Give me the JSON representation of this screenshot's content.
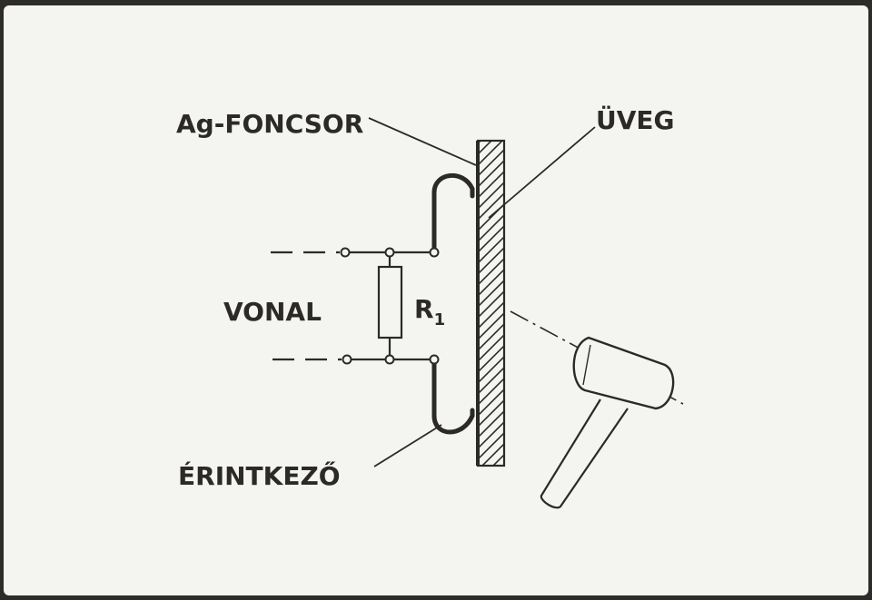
{
  "labels": {
    "mirror_coating": "Ag-FONCSOR",
    "glass": "ÜVEG",
    "line": "VONAL",
    "resistor_letter": "R",
    "resistor_subscript": "1",
    "contact": "ÉRINTKEZŐ"
  },
  "colors": {
    "paper": "#f4f4f1",
    "ink": "#2c2a26",
    "border": "#2e2c28"
  }
}
